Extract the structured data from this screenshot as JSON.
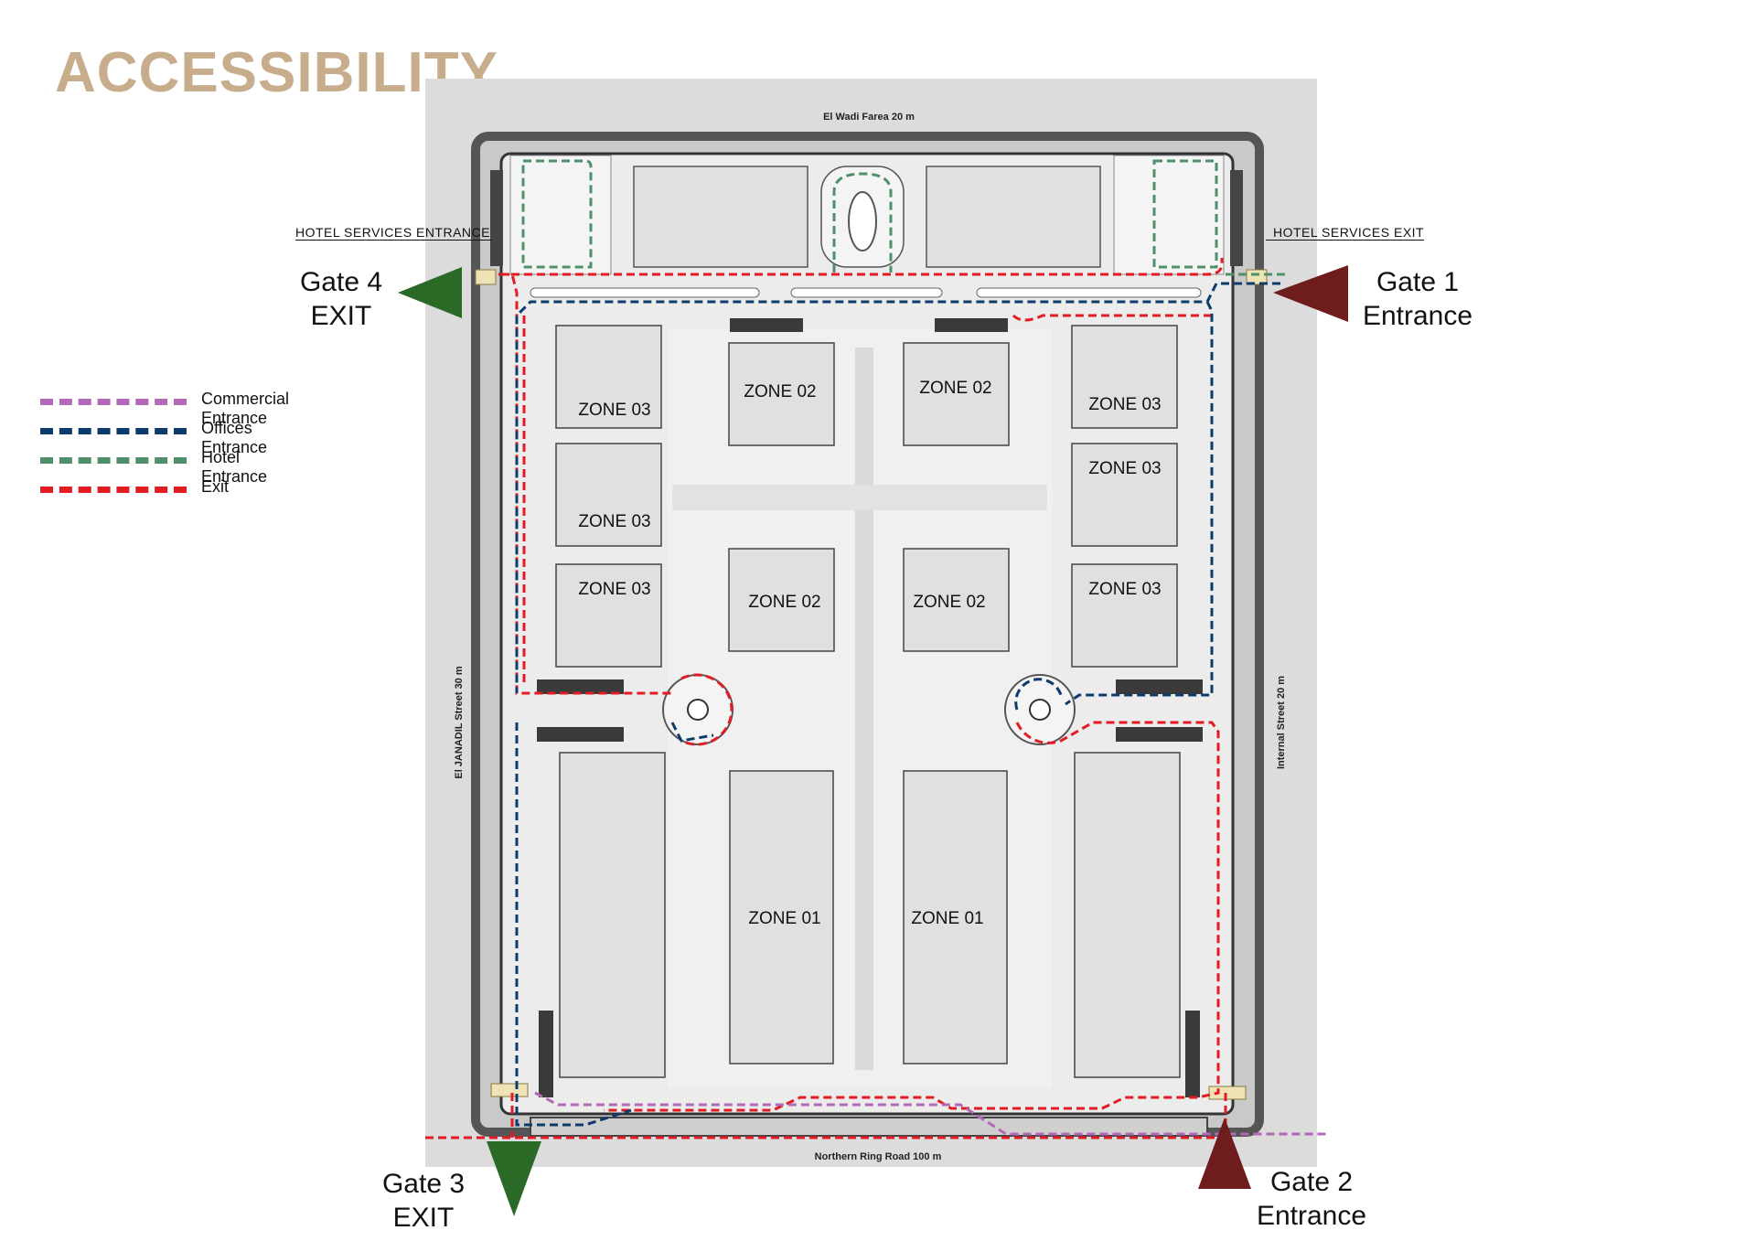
{
  "title": "ACCESSIBILITY",
  "legend": [
    {
      "label": "Commercial Entrance",
      "color": "#b169b8"
    },
    {
      "label": "Offices Entrance",
      "color": "#0d3b6b"
    },
    {
      "label": "Hotel Entrance",
      "color": "#4f8f6a"
    },
    {
      "label": "Exit",
      "color": "#e31b23"
    }
  ],
  "gates": {
    "gate1": {
      "line1": "Gate 1",
      "line2": "Entrance",
      "color": "#6e1c1c"
    },
    "gate2": {
      "line1": "Gate 2",
      "line2": "Entrance",
      "color": "#6e1c1c"
    },
    "gate3": {
      "line1": "Gate 3",
      "line2": "EXIT",
      "color": "#2b6a26"
    },
    "gate4": {
      "line1": "Gate 4",
      "line2": "EXIT",
      "color": "#2b6a26"
    }
  },
  "service_labels": {
    "hotel_services_entrance": "HOTEL  SERVICES  ENTRANCE",
    "hotel_services_exit": "HOTEL  SERVICES  EXIT"
  },
  "streets": {
    "north": "El Wadi Farea 20  m",
    "south": "Northern Ring Road 100 m",
    "west": "El JANADIL Street  30 m",
    "east": "Internal  Street  20 m"
  },
  "zones": {
    "zone01": "ZONE 01",
    "zone02": "ZONE 02",
    "zone03": "ZONE 03"
  }
}
